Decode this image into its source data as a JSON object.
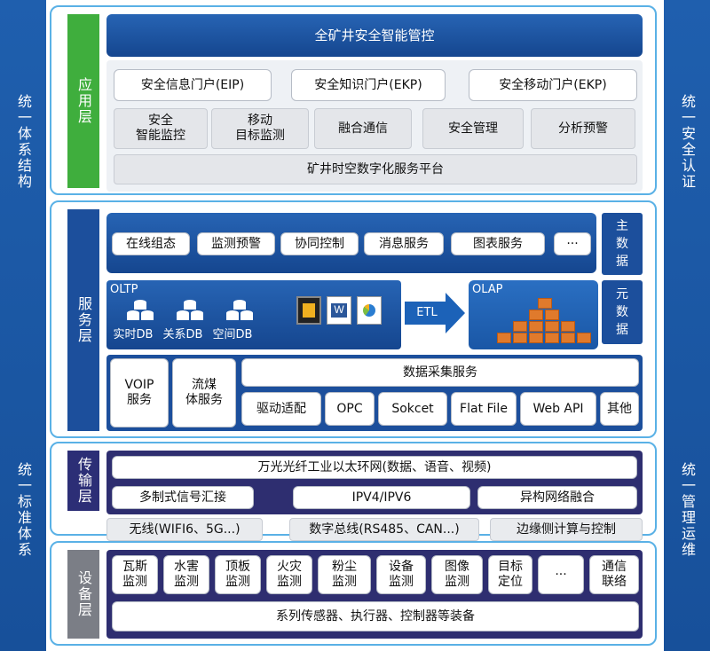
{
  "left_labels": {
    "top": "统一体系结构",
    "bottom": "统一标准体系"
  },
  "right_labels": {
    "top": "统一安全认证",
    "bottom": "统一管理运维"
  },
  "app_layer": {
    "tag": "应用层",
    "title": "全矿井安全智能管控",
    "portals": [
      "安全信息门户(EIP)",
      "安全知识门户(EKP)",
      "安全移动门户(EKP)"
    ],
    "modules": [
      "安全\n智能监控",
      "移动\n目标监测",
      "融合通信",
      "安全管理",
      "分析预警"
    ],
    "platform": "矿井时空数字化服务平台"
  },
  "service_layer": {
    "tag": "服务层",
    "services": [
      "在线组态",
      "监测预警",
      "协同控制",
      "消息服务",
      "图表服务",
      "···"
    ],
    "master_data": "主\n数\n据",
    "meta_data": "元\n数\n据",
    "oltp": "OLTP",
    "db_labels": [
      "实时DB",
      "关系DB",
      "空间DB"
    ],
    "etl": "ETL",
    "olap": "OLAP",
    "voip": "VOIP\n服务",
    "stream": "流煤\n体服务",
    "collect_title": "数据采集服务",
    "collect_items": [
      "驱动适配",
      "OPC",
      "Sokcet",
      "Flat File",
      "Web API",
      "其他"
    ]
  },
  "transport_layer": {
    "tag": "传输层",
    "network": "万光光纤工业以太环网(数据、语音、视频)",
    "items": [
      "多制式信号汇接",
      "IPV4/IPV6",
      "异构网络融合"
    ],
    "bottom": [
      "无线(WIFI6、5G...)",
      "数字总线(RS485、CAN...)",
      "边缘侧计算与控制"
    ]
  },
  "device_layer": {
    "tag": "设备层",
    "items": [
      "瓦斯\n监测",
      "水害\n监测",
      "顶板\n监测",
      "火灾\n监测",
      "粉尘\n监测",
      "设备\n监测",
      "图像\n监测",
      "目标\n定位",
      "···",
      "通信\n联络"
    ],
    "bottom": "系列传感器、执行器、控制器等装备"
  },
  "colors": {
    "side": "#1f5fae",
    "border": "#5ab1e6",
    "green": "#3fae3d",
    "navy": "#2e2e70",
    "orange": "#e07a2c"
  }
}
